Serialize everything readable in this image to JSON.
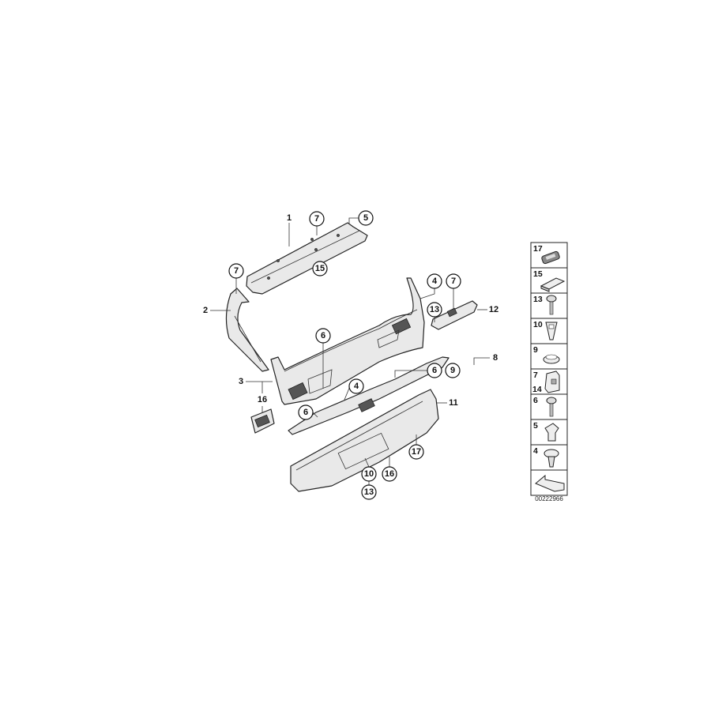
{
  "diagram": {
    "callouts": [
      {
        "id": "c1",
        "text": "1",
        "circled": false
      },
      {
        "id": "c2",
        "text": "7",
        "circled": true
      },
      {
        "id": "c3",
        "text": "5",
        "circled": true
      },
      {
        "id": "c4",
        "text": "15",
        "circled": true
      },
      {
        "id": "c5",
        "text": "7",
        "circled": true
      },
      {
        "id": "c6",
        "text": "2",
        "circled": false
      },
      {
        "id": "c7",
        "text": "4",
        "circled": true
      },
      {
        "id": "c8",
        "text": "7",
        "circled": true
      },
      {
        "id": "c9",
        "text": "13",
        "circled": true
      },
      {
        "id": "c10",
        "text": "12",
        "circled": false
      },
      {
        "id": "c11",
        "text": "6",
        "circled": true
      },
      {
        "id": "c12",
        "text": "8",
        "circled": false
      },
      {
        "id": "c13",
        "text": "6",
        "circled": true
      },
      {
        "id": "c14",
        "text": "9",
        "circled": true
      },
      {
        "id": "c15",
        "text": "3",
        "circled": false
      },
      {
        "id": "c16",
        "text": "4",
        "circled": true
      },
      {
        "id": "c17",
        "text": "16",
        "circled": false
      },
      {
        "id": "c18",
        "text": "11",
        "circled": false
      },
      {
        "id": "c19",
        "text": "6",
        "circled": true
      },
      {
        "id": "c20",
        "text": "17",
        "circled": true
      },
      {
        "id": "c21",
        "text": "10",
        "circled": true
      },
      {
        "id": "c22",
        "text": "16",
        "circled": true
      },
      {
        "id": "c23",
        "text": "13",
        "circled": true
      }
    ],
    "legend": [
      {
        "numbers": [
          "17"
        ],
        "icon": "grommet-pad-icon"
      },
      {
        "numbers": [
          "15"
        ],
        "icon": "foam-block-icon"
      },
      {
        "numbers": [
          "13"
        ],
        "icon": "screw-icon"
      },
      {
        "numbers": [
          "10"
        ],
        "icon": "nut-clip-icon"
      },
      {
        "numbers": [
          "9"
        ],
        "icon": "cap-plug-icon"
      },
      {
        "numbers": [
          "7",
          "14"
        ],
        "icon": "spring-clip-icon"
      },
      {
        "numbers": [
          "6"
        ],
        "icon": "screw-icon"
      },
      {
        "numbers": [
          "5"
        ],
        "icon": "clip-nut-icon"
      },
      {
        "numbers": [
          "4"
        ],
        "icon": "expanding-rivet-icon"
      },
      {
        "numbers": [],
        "icon": "direction-arrow-icon"
      }
    ],
    "caption": "00222966"
  }
}
